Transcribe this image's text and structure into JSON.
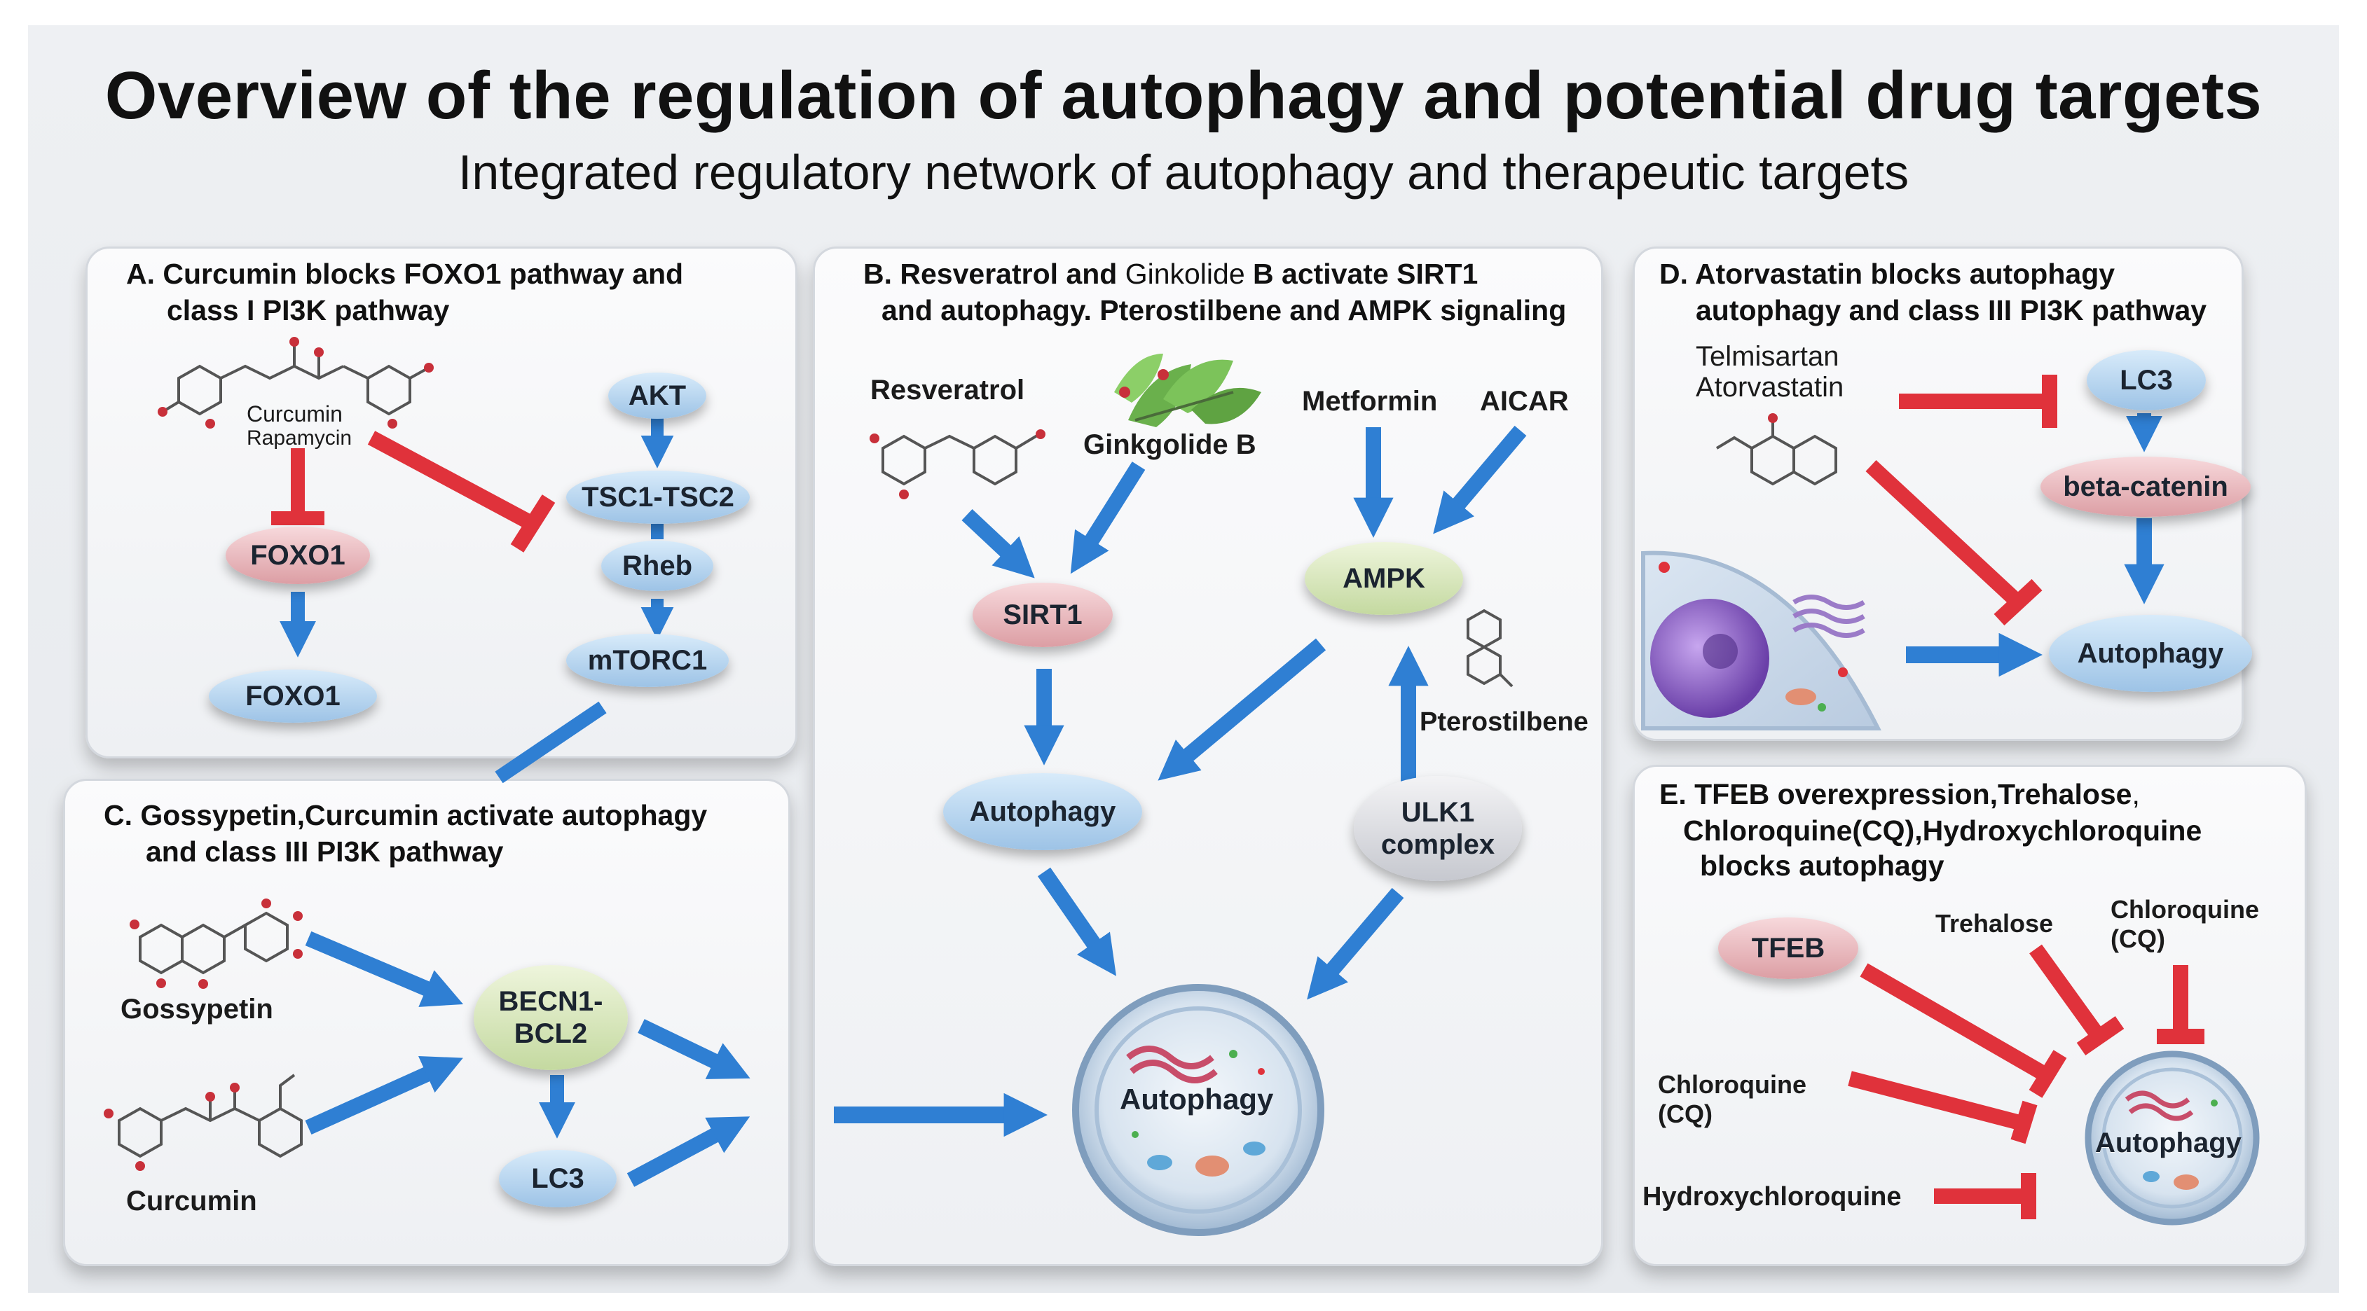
{
  "title": "Overview of the regulation of autophagy and potential drug targets",
  "subtitle": "Integrated regulatory network of autophagy and therapeutic targets",
  "colors": {
    "activation_arrow": "#2f7fd3",
    "inhibition_bar": "#e0323b",
    "panel_bg": "#f5f6f8"
  },
  "panel_a": {
    "title_line1": "A. Curcumin blocks FOXO1 pathway and",
    "title_line2": "class I PI3K pathway",
    "curcumin": "Curcumin",
    "rapamycin": "Rapamycin",
    "nodes": {
      "akt": "AKT",
      "tsc": "TSC1-TSC2",
      "rheb": "Rheb",
      "mtorc1": "mTORC1",
      "foxo1_top": "FOXO1",
      "foxo1_bottom": "FOXO1"
    }
  },
  "panel_b": {
    "title_line1_a": "B. Resveratrol and",
    "title_line1_b": "Ginkolide",
    "title_line1_c": "B activate SIRT1",
    "title_line2": "and autophagy. Pterostilbene and AMPK signaling",
    "resveratrol": "Resveratrol",
    "ginkgolide": "Ginkgolide B",
    "metformin": "Metformin",
    "aicar": "AICAR",
    "pterostilbene": "Pterostilbene",
    "nodes": {
      "sirt1": "SIRT1",
      "ampk": "AMPK",
      "autophagy": "Autophagy",
      "ulk1_line1": "ULK1",
      "ulk1_line2": "complex"
    },
    "cell_label": "Autophagy"
  },
  "panel_c": {
    "title_line1": "C. Gossypetin,Curcumin activate autophagy",
    "title_line2": "and class III PI3K pathway",
    "gossypetin": "Gossypetin",
    "curcumin": "Curcumin",
    "nodes": {
      "becn1_line1": "BECN1-",
      "becn1_line2": "BCL2",
      "lc3": "LC3"
    }
  },
  "panel_d": {
    "title_line1": "D. Atorvastatin blocks autophagy",
    "title_line2": "autophagy and class III PI3K pathway",
    "drug_line1": "Telmisartan",
    "drug_line2": "Atorvastatin",
    "nodes": {
      "lc3": "LC3",
      "beta_catenin": "beta-catenin",
      "autophagy": "Autophagy"
    }
  },
  "panel_e": {
    "title_line1_a": "E. TFEB overexpression,Trehalose",
    "title_line1_b": ",",
    "title_line2": "Chloroquine(CQ),Hydroxychloroquine",
    "title_line3": "blocks autophagy",
    "tfeb": "TFEB",
    "trehalose": "Trehalose",
    "cq_top_line1": "Chloroquine",
    "cq_top_line2": "(CQ)",
    "cq_left_line1": "Chloroquine",
    "cq_left_line2": "(CQ)",
    "hcq": "Hydroxychloroquine",
    "cell_label": "Autophagy"
  }
}
